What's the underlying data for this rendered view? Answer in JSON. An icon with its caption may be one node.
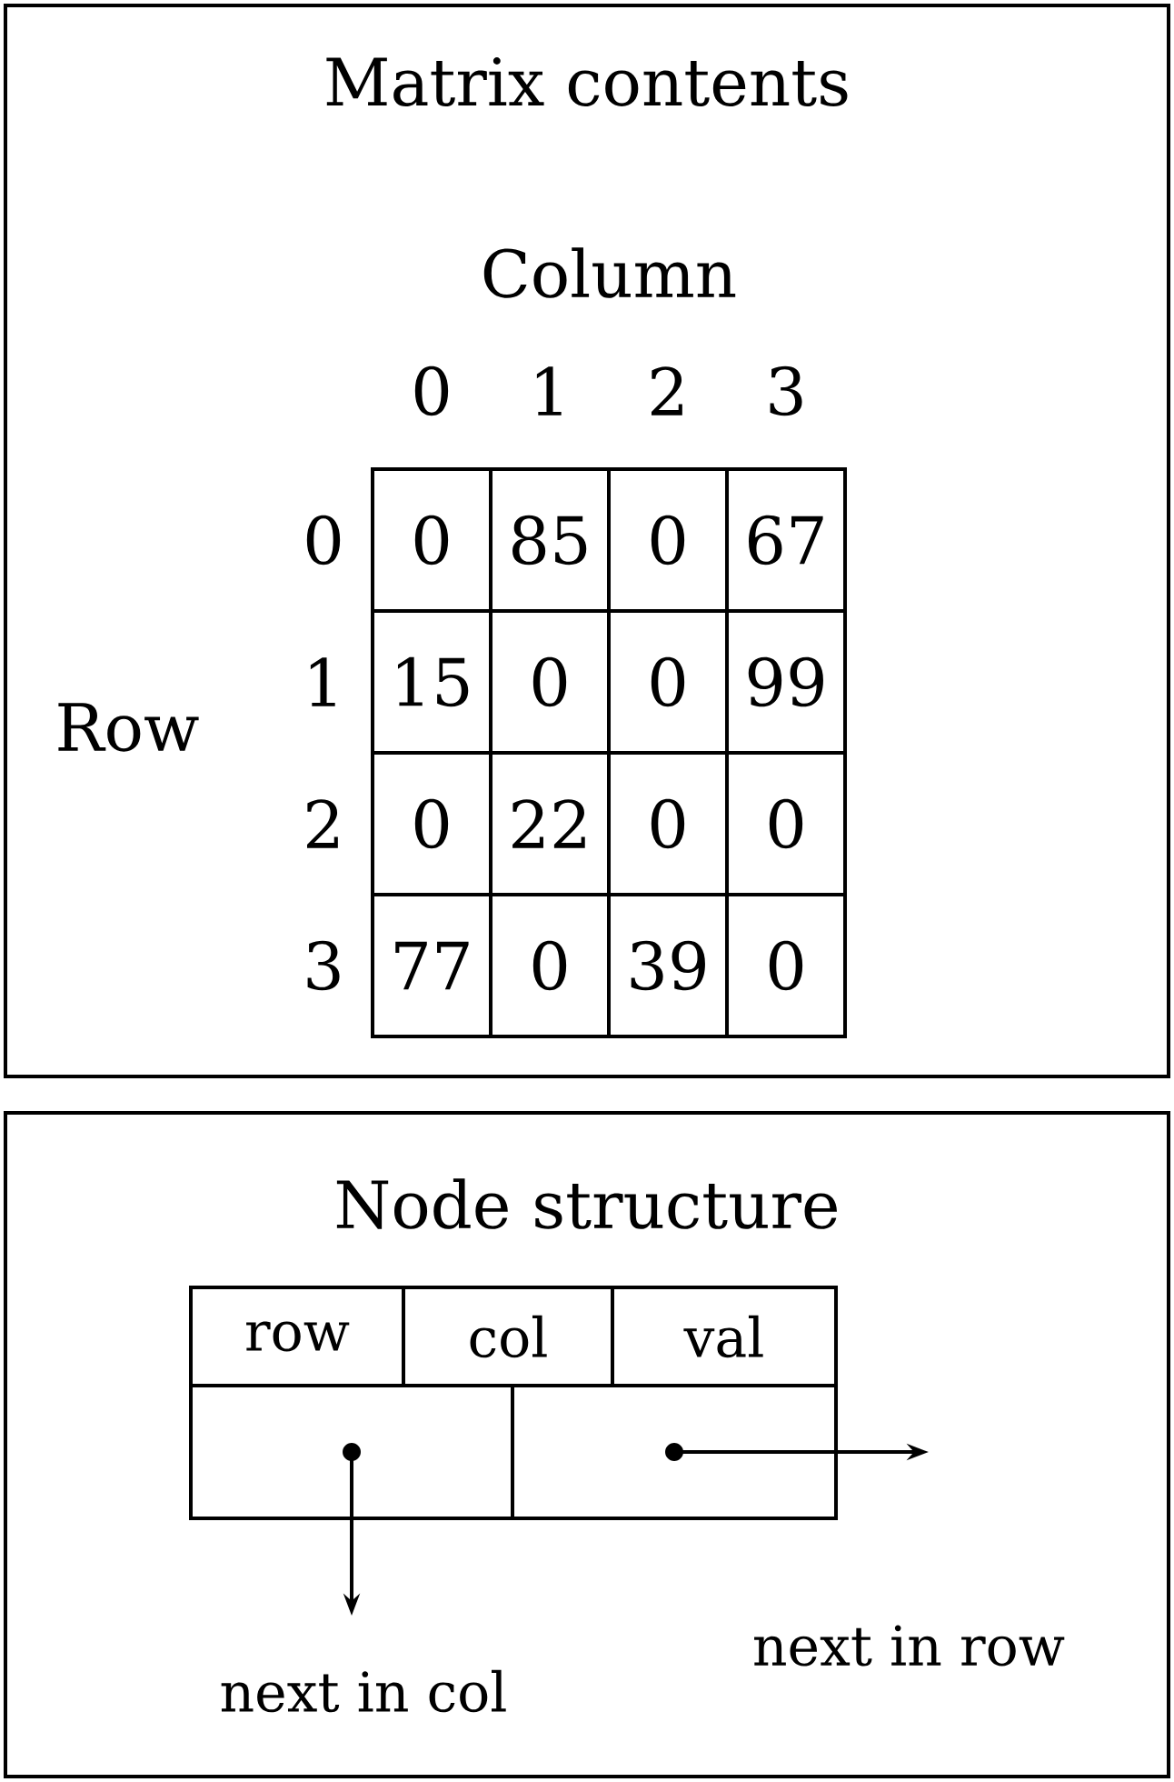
{
  "diagram": {
    "nodes": [
      {
        "text": [
          "Matrix contents"
        ]
      },
      {
        "text": [
          "Node structure"
        ]
      },
      {
        "text": [
          "row"
        ],
        "in": 1
      },
      {
        "text": [
          "col"
        ],
        "in": 1
      },
      {
        "text": [
          "val"
        ],
        "in": 1
      },
      {
        "text": [],
        "shape": "box",
        "in": 1
      },
      {
        "text": [],
        "shape": "box",
        "in": 1
      }
    ],
    "edges": [
      {
        "from": 5,
        "to": null,
        "arrow": "to",
        "label": "next in col"
      },
      {
        "from": 6,
        "to": null,
        "arrow": "to",
        "label": "next in row"
      }
    ],
    "labels": [
      "Column",
      "0",
      "1",
      "2",
      "3",
      "Row",
      "0",
      "0",
      "85",
      "0",
      "67",
      "1",
      "15",
      "0",
      "0",
      "99",
      "2",
      "0",
      "22",
      "0",
      "0",
      "3",
      "77",
      "0",
      "39",
      "0"
    ]
  }
}
